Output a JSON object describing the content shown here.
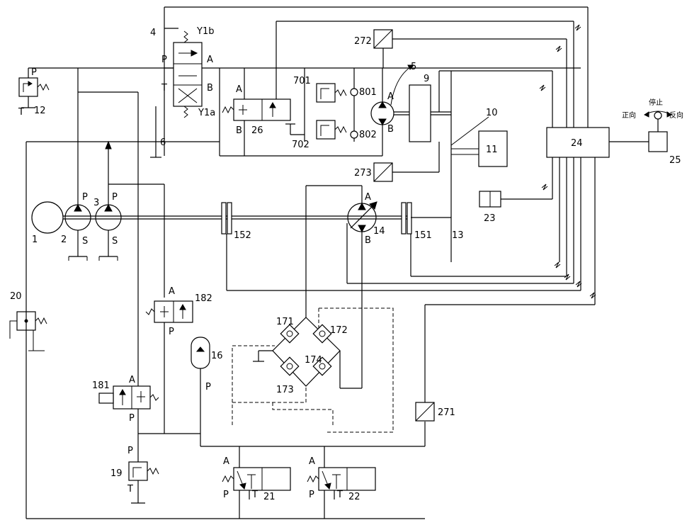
{
  "labels": {
    "c1": "1",
    "c2": "2",
    "c3": "3",
    "c4": "4",
    "c5": "5",
    "c6": "6",
    "c9": "9",
    "c10": "10",
    "c11": "11",
    "c12": "12",
    "c13": "13",
    "c14": "14",
    "c151": "151",
    "c152": "152",
    "c16": "16",
    "c171": "171",
    "c172": "172",
    "c173": "173",
    "c174": "174",
    "c181": "181",
    "c182": "182",
    "c19": "19",
    "c20": "20",
    "c21": "21",
    "c22": "22",
    "c23": "23",
    "c24": "24",
    "c25": "25",
    "c26": "26",
    "c271": "271",
    "c272": "272",
    "c273": "273",
    "c701": "701",
    "c702": "702",
    "c801": "801",
    "c802": "802",
    "y1a": "Y1a",
    "y1b": "Y1b"
  },
  "ports": {
    "P": "P",
    "T": "T",
    "A": "A",
    "B": "B",
    "S": "S"
  },
  "selector": {
    "forward": "正向",
    "stop": "停止",
    "reverse": "反向"
  },
  "signal_icon": "lightning-signal-icon"
}
